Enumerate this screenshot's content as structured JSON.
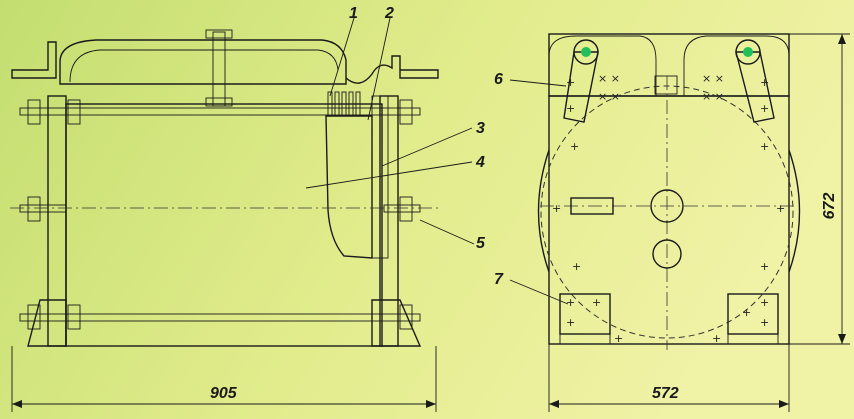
{
  "callouts": {
    "c1": "1",
    "c2": "2",
    "c3": "3",
    "c4": "4",
    "c5": "5",
    "c6": "6",
    "c7": "7"
  },
  "dimensions": {
    "length": "905",
    "width": "572",
    "height": "672"
  },
  "colors": {
    "background_left": "#c7e27a",
    "background_right": "#edf09a",
    "tank": "#f2efb4",
    "end_plate_panel": "#dcb68a",
    "frame_post": "#c9a37a",
    "tie_rod_nut": "#2bb5cc",
    "winding_terminal": "#f0a020",
    "core_dark": "#5c5c5c",
    "insulation_crosshatch": "#7a3f1a",
    "lamp_green": "#22c05a"
  }
}
